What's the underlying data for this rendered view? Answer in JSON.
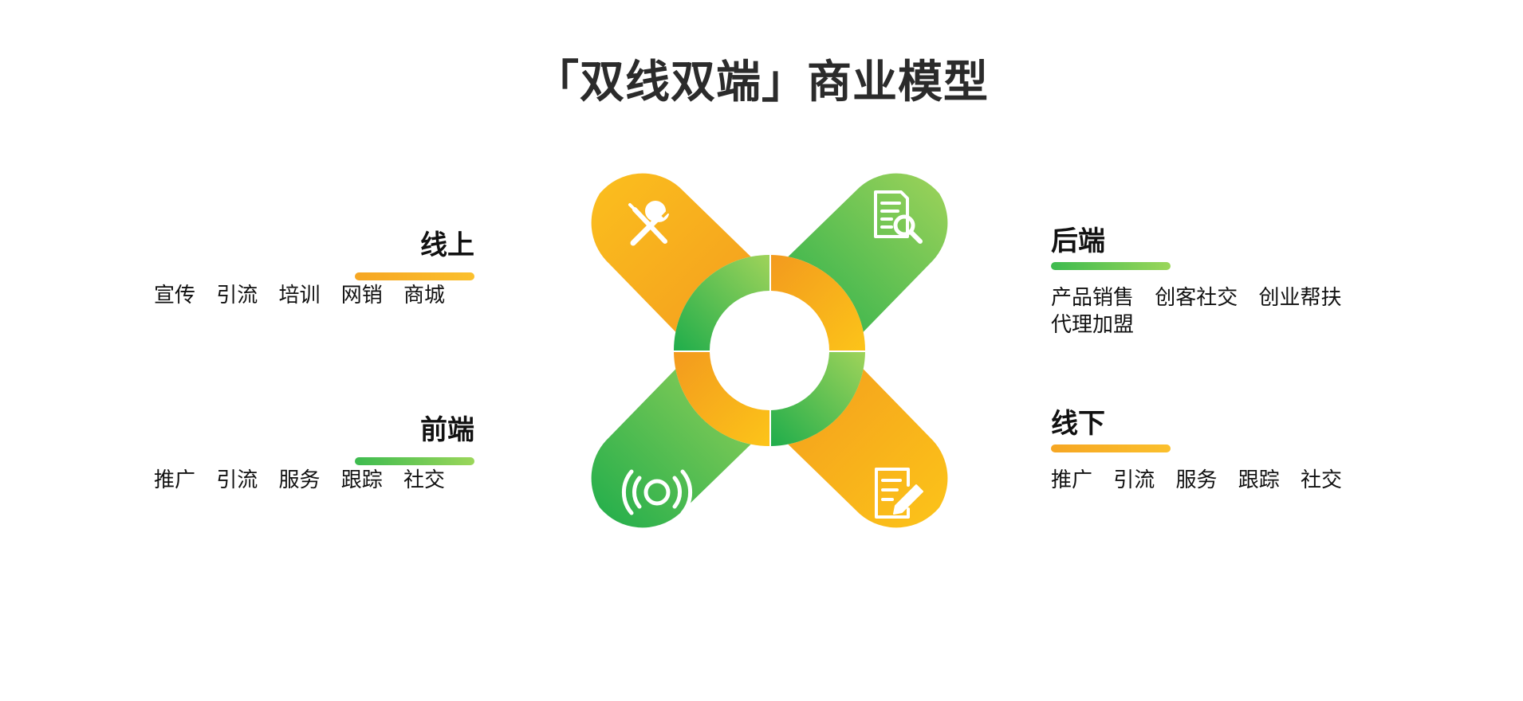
{
  "title": "「双线双端」商业模型",
  "blocks": {
    "online": {
      "heading": "线上",
      "desc": "宣传 引流 培训 网销 商城"
    },
    "frontend": {
      "heading": "前端",
      "desc": "推广 引流 服务 跟踪 社交"
    },
    "backend": {
      "heading": "后端",
      "desc": "产品销售 创客社交 创业帮扶 代理加盟"
    },
    "offline": {
      "heading": "线下",
      "desc": "推广 引流 服务 跟踪 社交"
    }
  },
  "diagram": {
    "petals": [
      {
        "position": "top-left",
        "icon": "tools-icon",
        "color": "orange"
      },
      {
        "position": "top-right",
        "icon": "document-search-icon",
        "color": "green"
      },
      {
        "position": "bottom-left",
        "icon": "broadcast-icon",
        "color": "green"
      },
      {
        "position": "bottom-right",
        "icon": "edit-document-icon",
        "color": "orange"
      }
    ]
  },
  "colors": {
    "orange_start": "#f39a1e",
    "orange_end": "#fcc419",
    "green_start": "#1fad4b",
    "green_end": "#9fd35a"
  }
}
